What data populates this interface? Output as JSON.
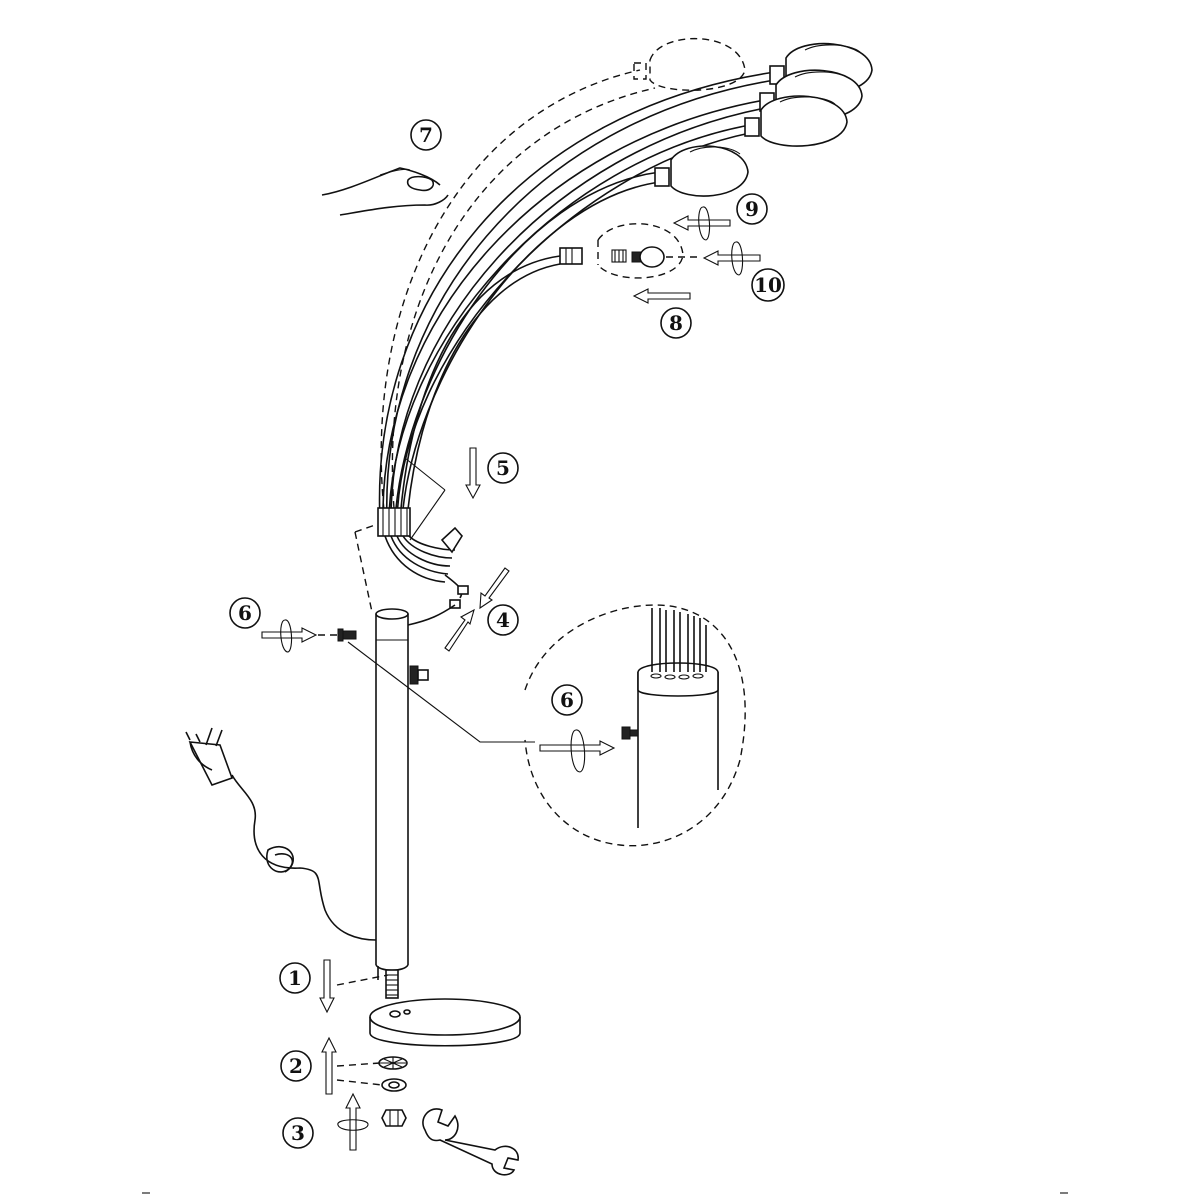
{
  "steps": [
    {
      "id": "step-1",
      "label": "1"
    },
    {
      "id": "step-2",
      "label": "2"
    },
    {
      "id": "step-3",
      "label": "3"
    },
    {
      "id": "step-4",
      "label": "4"
    },
    {
      "id": "step-5",
      "label": "5"
    },
    {
      "id": "step-6",
      "label": "6"
    },
    {
      "id": "step-6-detail",
      "label": "6"
    },
    {
      "id": "step-7",
      "label": "7"
    },
    {
      "id": "step-8",
      "label": "8"
    },
    {
      "id": "step-9",
      "label": "9"
    },
    {
      "id": "step-10",
      "label": "10"
    }
  ],
  "colors": {
    "ink": "#111111",
    "paper": "#ffffff"
  }
}
